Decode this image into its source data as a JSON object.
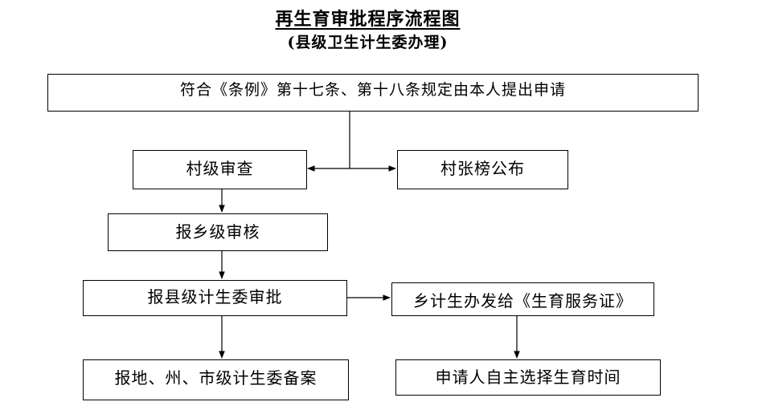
{
  "title": "再生育审批程序流程图",
  "subtitle": "(县级卫生计生委办理)",
  "steps": {
    "apply": "符合《条例》第十七条、第十八条规定由本人提出申请",
    "village_review": "村级审查",
    "village_publish": "村张榜公布",
    "town_review": "报乡级审核",
    "county_approve": "报县级计生委审批",
    "issue_certificate": "乡计生办发给《生育服务证》",
    "record_filing": "报地、州、市级计生委备案",
    "choose_time": "申请人自主选择生育时间"
  }
}
